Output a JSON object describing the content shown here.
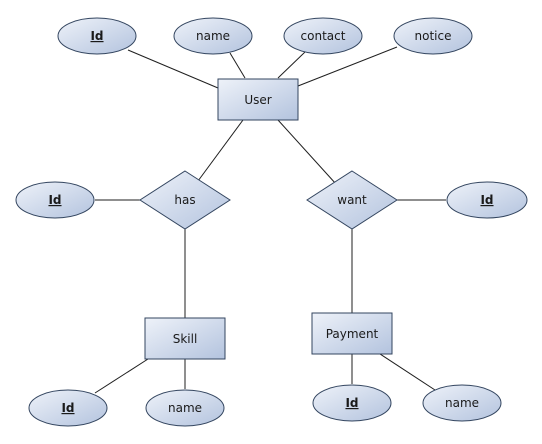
{
  "entities": {
    "user": "User",
    "skill": "Skill",
    "payment": "Payment"
  },
  "relationships": {
    "has": "has",
    "want": "want"
  },
  "attributes": {
    "user_id": "Id",
    "user_name": "name",
    "user_contact": "contact",
    "user_notice": "notice",
    "has_id": "Id",
    "want_id": "Id",
    "skill_id": "Id",
    "skill_name": "name",
    "payment_id": "Id",
    "payment_name": "name"
  },
  "colors": {
    "fill_light": "#eef2f9",
    "fill_dark": "#b3c3de",
    "stroke": "#33455f",
    "line": "#1f1f1f"
  }
}
